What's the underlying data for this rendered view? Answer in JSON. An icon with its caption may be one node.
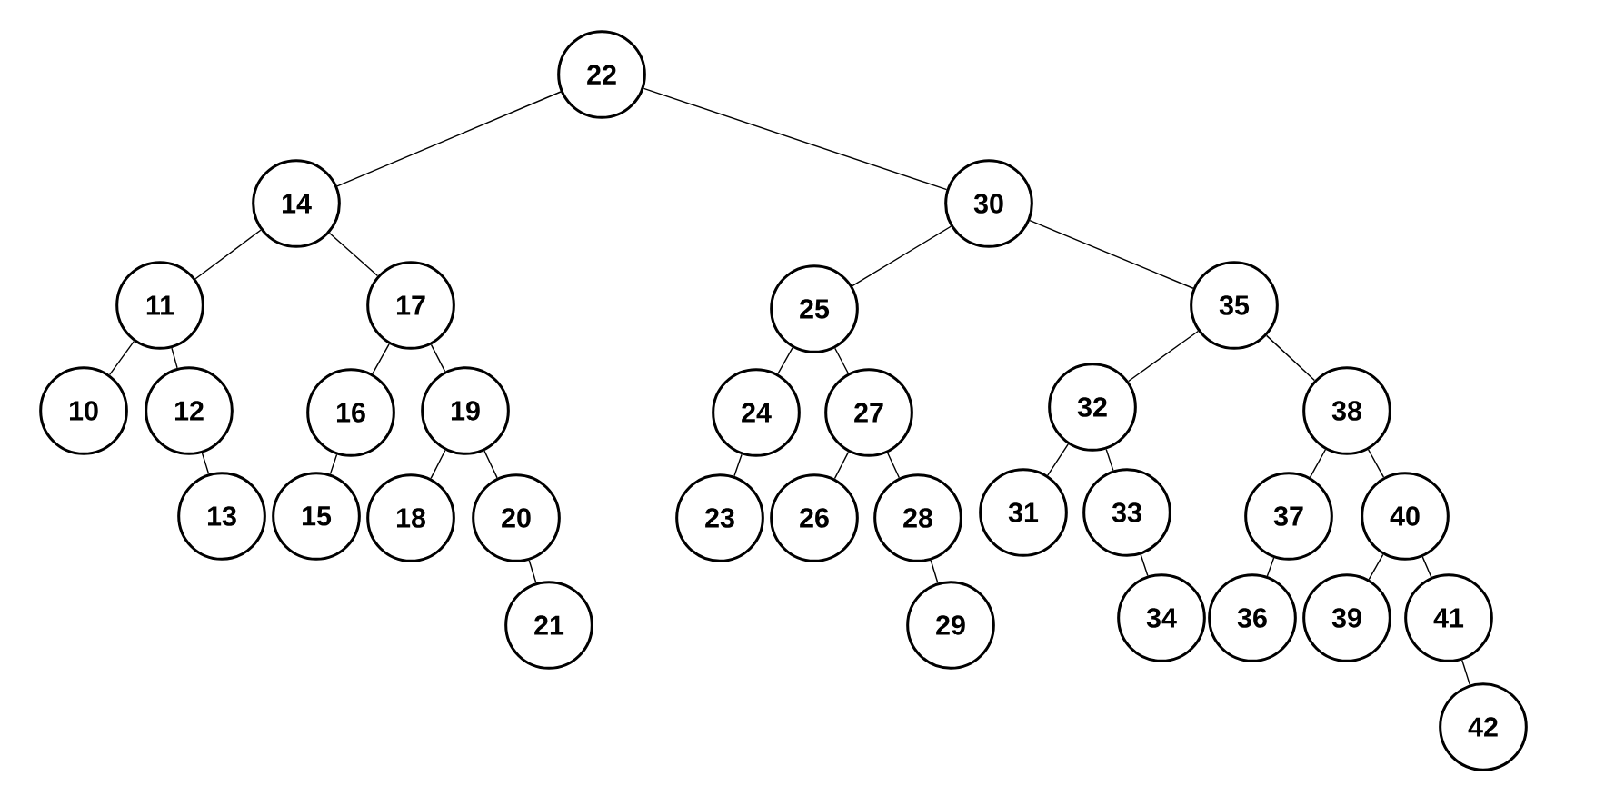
{
  "diagram": {
    "nodes": [
      {
        "text": [
          "22"
        ]
      },
      {
        "text": [
          "14"
        ]
      },
      {
        "text": [
          "30"
        ]
      },
      {
        "text": [
          "11"
        ]
      },
      {
        "text": [
          "17"
        ]
      },
      {
        "text": [
          "25"
        ]
      },
      {
        "text": [
          "35"
        ]
      },
      {
        "text": [
          "10"
        ]
      },
      {
        "text": [
          "12"
        ]
      },
      {
        "text": [
          "16"
        ]
      },
      {
        "text": [
          "19"
        ]
      },
      {
        "text": [
          "24"
        ]
      },
      {
        "text": [
          "27"
        ]
      },
      {
        "text": [
          "32"
        ]
      },
      {
        "text": [
          "38"
        ]
      },
      {
        "text": [
          "13"
        ]
      },
      {
        "text": [
          "15"
        ]
      },
      {
        "text": [
          "18"
        ]
      },
      {
        "text": [
          "20"
        ]
      },
      {
        "text": [
          "23"
        ]
      },
      {
        "text": [
          "26"
        ]
      },
      {
        "text": [
          "28"
        ]
      },
      {
        "text": [
          "31"
        ]
      },
      {
        "text": [
          "33"
        ]
      },
      {
        "text": [
          "37"
        ]
      },
      {
        "text": [
          "40"
        ]
      },
      {
        "text": [
          "21"
        ]
      },
      {
        "text": [
          "29"
        ]
      },
      {
        "text": [
          "34"
        ]
      },
      {
        "text": [
          "36"
        ]
      },
      {
        "text": [
          "39"
        ]
      },
      {
        "text": [
          "41"
        ]
      },
      {
        "text": [
          "42"
        ]
      }
    ],
    "edges": [
      {
        "from": 0,
        "to": 1,
        "arrow": "none"
      },
      {
        "from": 0,
        "to": 2,
        "arrow": "none"
      },
      {
        "from": 1,
        "to": 3,
        "arrow": "none"
      },
      {
        "from": 1,
        "to": 4,
        "arrow": "none"
      },
      {
        "from": 2,
        "to": 5,
        "arrow": "none"
      },
      {
        "from": 2,
        "to": 6,
        "arrow": "none"
      },
      {
        "from": 3,
        "to": 7,
        "arrow": "none"
      },
      {
        "from": 3,
        "to": 8,
        "arrow": "none"
      },
      {
        "from": 4,
        "to": 9,
        "arrow": "none"
      },
      {
        "from": 4,
        "to": 10,
        "arrow": "none"
      },
      {
        "from": 5,
        "to": 11,
        "arrow": "none"
      },
      {
        "from": 5,
        "to": 12,
        "arrow": "none"
      },
      {
        "from": 6,
        "to": 13,
        "arrow": "none"
      },
      {
        "from": 6,
        "to": 14,
        "arrow": "none"
      },
      {
        "from": 8,
        "to": 15,
        "arrow": "none"
      },
      {
        "from": 9,
        "to": 16,
        "arrow": "none"
      },
      {
        "from": 10,
        "to": 17,
        "arrow": "none"
      },
      {
        "from": 10,
        "to": 18,
        "arrow": "none"
      },
      {
        "from": 11,
        "to": 19,
        "arrow": "none"
      },
      {
        "from": 12,
        "to": 20,
        "arrow": "none"
      },
      {
        "from": 12,
        "to": 21,
        "arrow": "none"
      },
      {
        "from": 13,
        "to": 22,
        "arrow": "none"
      },
      {
        "from": 13,
        "to": 23,
        "arrow": "none"
      },
      {
        "from": 14,
        "to": 24,
        "arrow": "none"
      },
      {
        "from": 14,
        "to": 25,
        "arrow": "none"
      },
      {
        "from": 18,
        "to": 26,
        "arrow": "none"
      },
      {
        "from": 21,
        "to": 27,
        "arrow": "none"
      },
      {
        "from": 23,
        "to": 28,
        "arrow": "none"
      },
      {
        "from": 24,
        "to": 29,
        "arrow": "none"
      },
      {
        "from": 25,
        "to": 30,
        "arrow": "none"
      },
      {
        "from": 25,
        "to": 31,
        "arrow": "none"
      },
      {
        "from": 31,
        "to": 32,
        "arrow": "none"
      }
    ]
  }
}
